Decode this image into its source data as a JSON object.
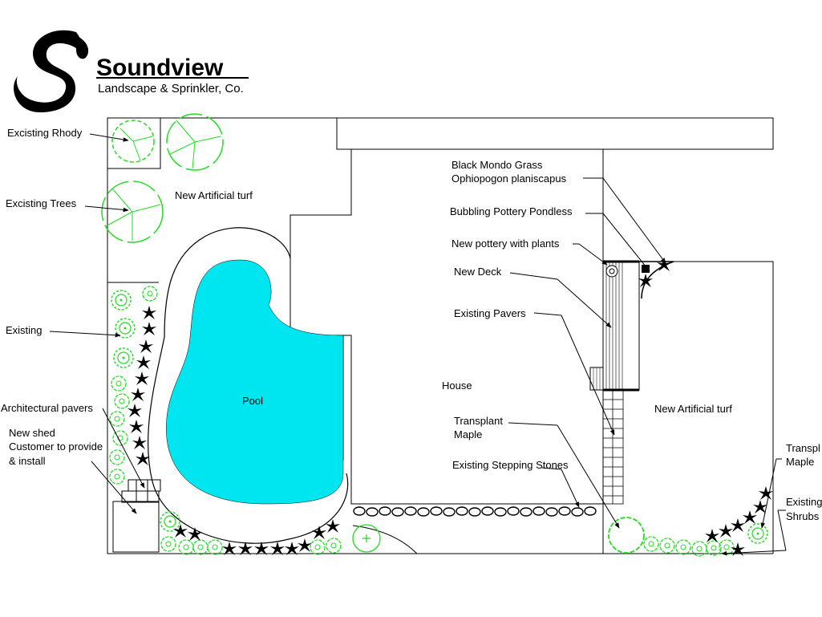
{
  "company": {
    "name": "Soundview",
    "subtitle": "Landscape & Sprinkler, Co."
  },
  "labels": {
    "existing_rhody": "Excisting Rhody",
    "existing_trees": "Excisting Trees",
    "new_turf_left": "New Artificial turf",
    "existing": "Existing",
    "architectural_pavers": "Architectural pavers",
    "new_shed_1": "New shed",
    "new_shed_2": "Customer to provide",
    "new_shed_3": "& install",
    "pool": "Pool",
    "house": "House",
    "black_mondo_1": "Black Mondo Grass",
    "black_mondo_2": "Ophiopogon planiscapus",
    "bubbling_pottery": "Bubbling Pottery Pondless",
    "new_pottery": "New pottery with plants",
    "new_deck": "New Deck",
    "existing_pavers": "Existing Pavers",
    "transplant_maple_1": "Transplant",
    "transplant_maple_2": "Maple",
    "existing_stepping_stones": "Existing Stepping Stones",
    "new_turf_right": "New Artificial turf",
    "transplant_right_1": "Transpl",
    "transplant_right_2": "Maple",
    "existing_shrubs_1": "Existing",
    "existing_shrubs_2": "Shrubs"
  },
  "colors": {
    "pool_water": "#00e6f0",
    "plant_green": "#22dd22",
    "line": "#000000"
  }
}
